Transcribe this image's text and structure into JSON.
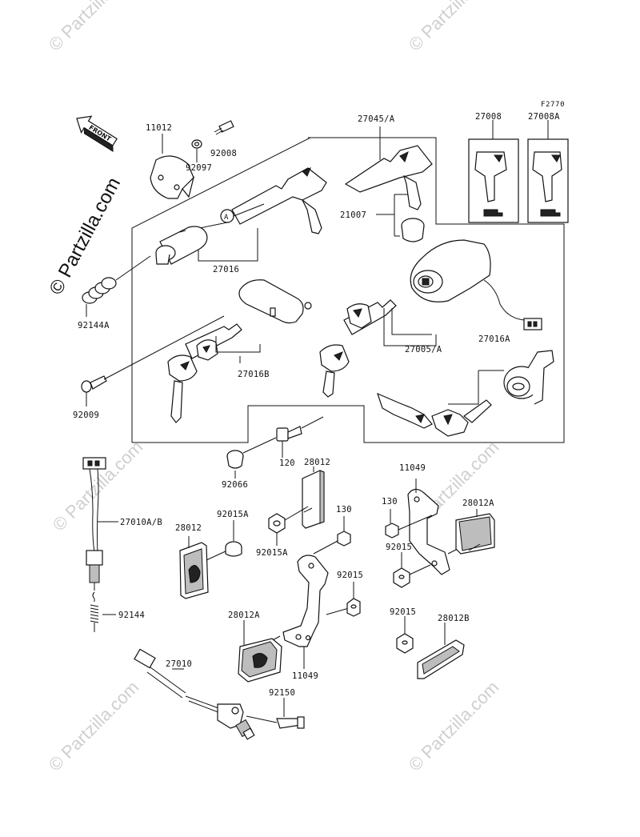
{
  "diagram_ref": "F2770",
  "front_label": "FRONT",
  "watermark_text": "© Partzilla.com",
  "callouts": {
    "p11012": "11012",
    "p92008": "92008",
    "p92097": "92097",
    "p27045A": "27045/A",
    "p27008": "27008",
    "p27008A": "27008A",
    "p21007": "21007",
    "circleA": "A",
    "p27016": "27016",
    "p92144A": "92144A",
    "p27016B": "27016B",
    "p27005A": "27005/A",
    "p27016A": "27016A",
    "p92009": "92009",
    "p120": "120",
    "p28012_top": "28012",
    "p11049_top": "11049",
    "p92066": "92066",
    "p27010AB": "27010A/B",
    "p92015A_left": "92015A",
    "p130_mid": "130",
    "p130_right": "130",
    "p28012A_right": "28012A",
    "p28012_left": "28012",
    "p92015A_mid": "92015A",
    "p92015_right": "92015",
    "p92015_mid": "92015",
    "p92144": "92144",
    "p28012A_bottom": "28012A",
    "p92015_bottom": "92015",
    "p28012B": "28012B",
    "p11049_bottom": "11049",
    "p27010": "27010",
    "p92150": "92150"
  }
}
